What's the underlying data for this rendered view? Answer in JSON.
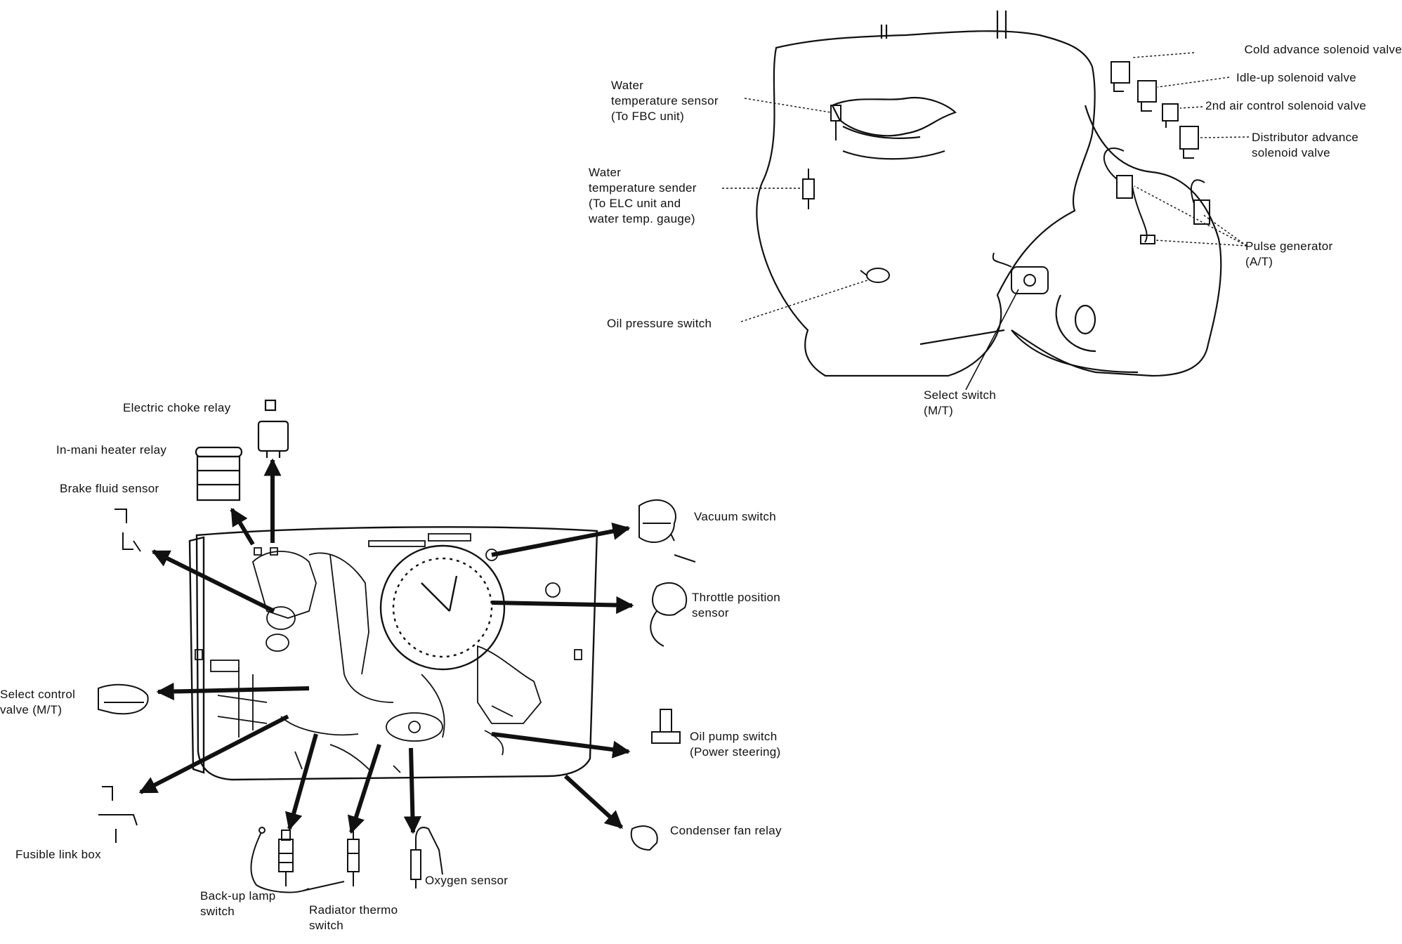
{
  "labels": {
    "cold_advance_solenoid_valve": "Cold advance solenoid valve",
    "idle_up_solenoid_valve": "Idle-up solenoid valve",
    "second_air_control_solenoid_valve": "2nd air control solenoid valve",
    "distributor_advance_solenoid_valve": "Distributor advance\nsolenoid valve",
    "water_temperature_sensor": "Water\ntemperature sensor\n(To FBC unit)",
    "water_temperature_sender": "Water\ntemperature sender\n(To ELC unit and\nwater temp. gauge)",
    "pulse_generator": "Pulse generator\n(A/T)",
    "oil_pressure_switch": "Oil pressure switch",
    "select_switch": "Select switch\n(M/T)",
    "electric_choke_relay": "Electric choke relay",
    "in_mani_heater_relay": "In-mani heater relay",
    "brake_fluid_sensor": "Brake fluid sensor",
    "vacuum_switch": "Vacuum switch",
    "throttle_position_sensor": "Throttle position\nsensor",
    "select_control_valve": "Select control\nvalve (M/T)",
    "oil_pump_switch": "Oil pump switch\n(Power steering)",
    "fusible_link_box": "Fusible link box",
    "condenser_fan_relay": "Condenser fan relay",
    "back_up_lamp_switch": "Back-up lamp\nswitch",
    "radiator_thermo_switch": "Radiator thermo\nswitch",
    "oxygen_sensor": "Oxygen sensor"
  },
  "colors": {
    "ink": "#111111",
    "paper": "#ffffff"
  }
}
